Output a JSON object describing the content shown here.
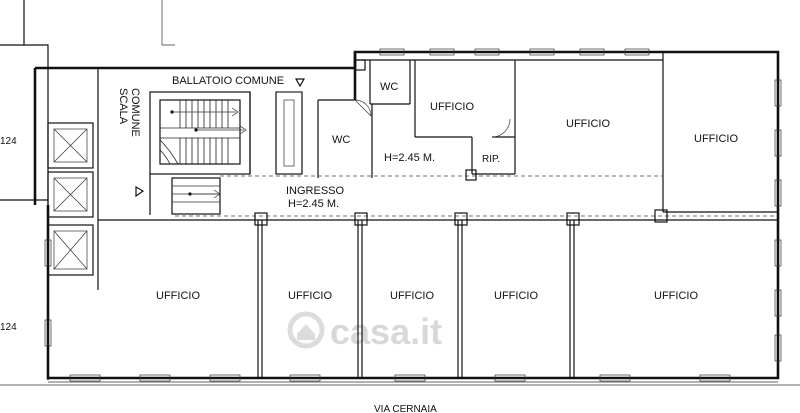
{
  "labels": {
    "ballatoio": "BALLATOIO COMUNE",
    "scala_line1": "SCALA",
    "scala_line2": "COMUNE",
    "wc_top": "WC",
    "wc_left": "WC",
    "ufficio_top_small": "UFFICIO",
    "ufficio_top_mid": "UFFICIO",
    "ufficio_top_right": "UFFICIO",
    "height_1": "H=2.45 M.",
    "rip": "RIP.",
    "ingresso": "INGRESSO",
    "height_2": "H=2.45 M.",
    "ufficio_b1": "UFFICIO",
    "ufficio_b2": "UFFICIO",
    "ufficio_b3": "UFFICIO",
    "ufficio_b4": "UFFICIO",
    "ufficio_b5": "UFFICIO",
    "street": "VIA CERNAIA",
    "num_top": "124",
    "num_bottom": "124",
    "watermark": "casa.it"
  }
}
